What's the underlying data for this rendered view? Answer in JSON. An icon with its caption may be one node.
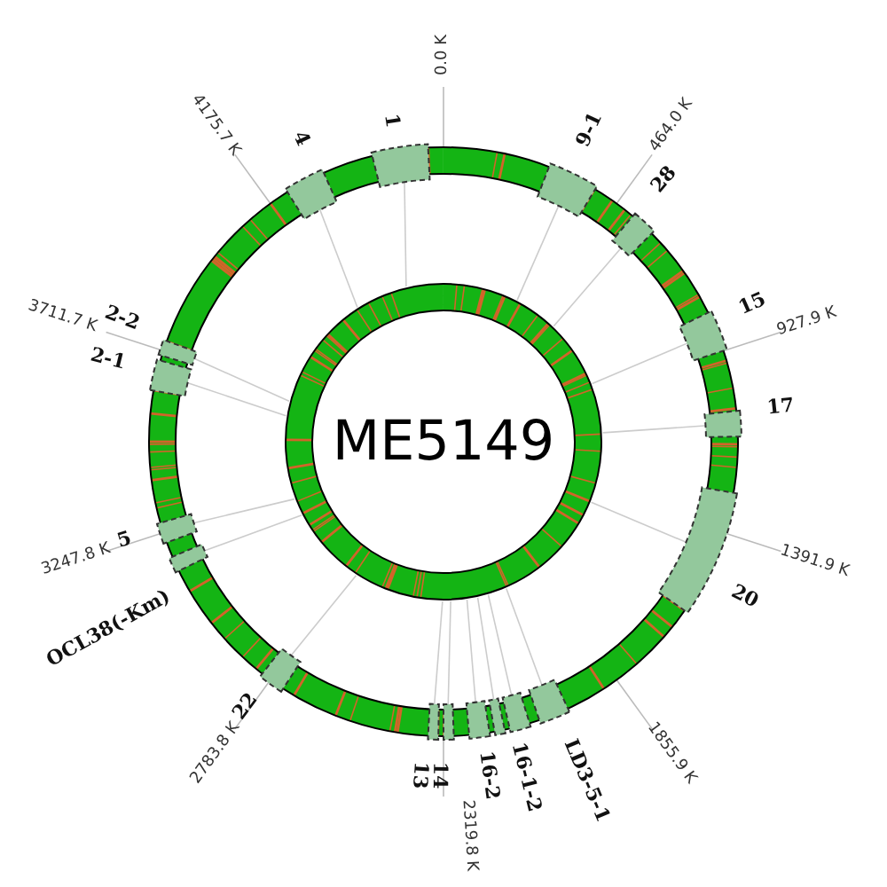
{
  "diagram": {
    "title": "ME5149",
    "labels": [
      "0.0 K",
      "4175.7 K",
      "4",
      "1",
      "9-1",
      "464.0 K",
      "28",
      "3711.7 K",
      "2-2",
      "2-1",
      "15",
      "927.9 K",
      "17",
      "3247.8 K",
      "5",
      "OCL38(-Km)",
      "1391.9 K",
      "20",
      "2783.8 K",
      "22",
      "1855.9 K",
      "13",
      "14",
      "2319.8 K",
      "16-2",
      "16-1-2",
      "LD3-5-1"
    ]
  }
}
